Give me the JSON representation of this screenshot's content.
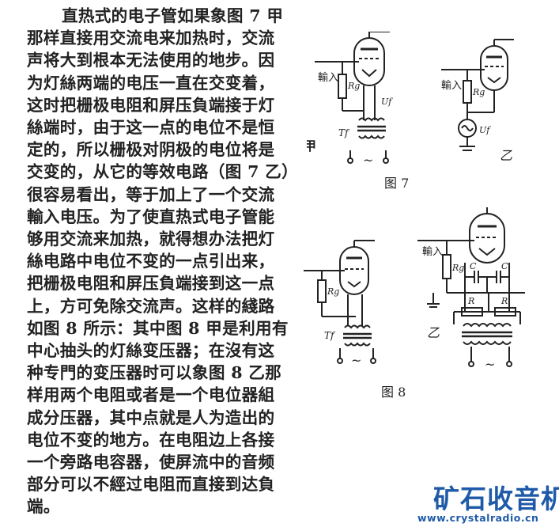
{
  "body_lines": [
    "直热式的电子管如果象图 7 甲",
    "那样直接用交流电来加热时，交流",
    "声将大到根本无法使用的地步。因",
    "为灯絲两端的电压一直在交变着，",
    "这时把栅极电阻和屏压負端接于灯",
    "絲端时，由于这一点的电位不是恒",
    "定的，所以栅极对阴极的电位将是",
    "交变的，从它的等效电路（图 7 乙）",
    "很容易看出，等于加上了一个交流",
    "輸入电压。为了使直热式电子管能",
    "够用交流来加热，就得想办法把灯",
    "絲电路中电位不变的一点引出来，",
    "把栅极电阻和屏压負端接到这一点",
    "上，方可免除交流声。这样的綫路",
    "如图 8 所示：其中图 8 甲是利用有",
    "中心抽头的灯絲变压器；在沒有这",
    "种专門的变压器时可以象图 8 乙那",
    "样用两个电阻或者是一个电位器組",
    "成分压器，其中点就是人为造出的",
    "电位不变的地方。在电阻边上各接",
    "一个旁路电容器，使屏流中的音频",
    "部分可以不經过电阻而直接到达負",
    "端。"
  ],
  "fig7": {
    "caption": "图 7",
    "part_a_label": "甲",
    "part_b_label": "乙",
    "input_label": "輸入",
    "rg_label": "Rg",
    "uf_label": "Uf",
    "tf_label": "Tf",
    "tilde": "~"
  },
  "fig8": {
    "caption": "图 8",
    "part_b_label": "乙",
    "input_label": "輸入",
    "rg_label": "Rg",
    "tf_label": "Tf",
    "c_label": "C",
    "r_label": "R",
    "tilde": "~"
  },
  "watermark": {
    "brand": "矿石收音机",
    "url": "www.crystalradio.cn"
  }
}
